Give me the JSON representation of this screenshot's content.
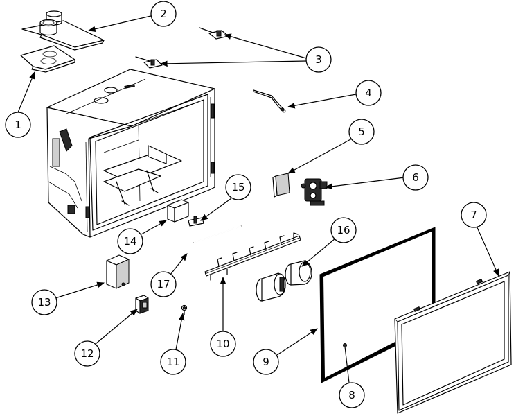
{
  "diagram": {
    "callouts": [
      {
        "id": "c1",
        "label": "1"
      },
      {
        "id": "c2",
        "label": "2"
      },
      {
        "id": "c3",
        "label": "3"
      },
      {
        "id": "c4",
        "label": "4"
      },
      {
        "id": "c5",
        "label": "5"
      },
      {
        "id": "c6",
        "label": "6"
      },
      {
        "id": "c7",
        "label": "7"
      },
      {
        "id": "c8",
        "label": "8"
      },
      {
        "id": "c9",
        "label": "9"
      },
      {
        "id": "c10",
        "label": "10"
      },
      {
        "id": "c11",
        "label": "11"
      },
      {
        "id": "c12",
        "label": "12"
      },
      {
        "id": "c13",
        "label": "13"
      },
      {
        "id": "c14",
        "label": "14"
      },
      {
        "id": "c15",
        "label": "15"
      },
      {
        "id": "c16",
        "label": "16"
      },
      {
        "id": "c17",
        "label": "17"
      }
    ]
  }
}
